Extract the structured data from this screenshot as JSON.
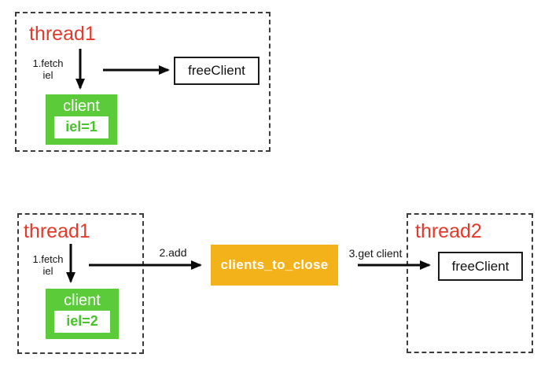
{
  "colors": {
    "thread_label_red": "#e23a2b",
    "client_green": "#5bcb3a",
    "queue_orange": "#f3b219",
    "line_black": "#111111",
    "box_white": "#ffffff"
  },
  "scene_top": {
    "thread1": {
      "label": "thread1",
      "step_line1": "1.fetch",
      "step_line2": "iel",
      "client_title": "client",
      "client_value": "iel=1"
    },
    "free_client_label": "freeClient"
  },
  "scene_bottom": {
    "thread1": {
      "label": "thread1",
      "step_line1": "1.fetch",
      "step_line2": "iel",
      "client_title": "client",
      "client_value": "iel=2"
    },
    "add_label": "2.add",
    "queue_label": "clients_to_close",
    "get_label": "3.get client",
    "thread2": {
      "label": "thread2",
      "free_client_label": "freeClient"
    }
  }
}
